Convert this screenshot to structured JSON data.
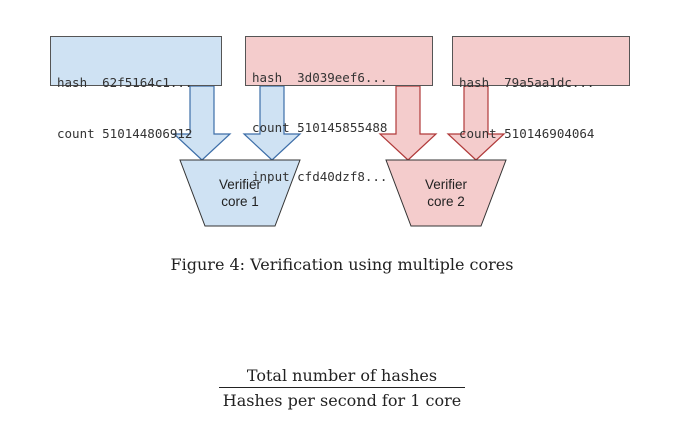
{
  "figure": {
    "inputs": [
      {
        "lines": [
          "hash  62f5164c1...",
          "count 510144806912"
        ],
        "color": "blue"
      },
      {
        "lines": [
          "hash  3d039eef6...",
          "count 510145855488",
          "input cfd40dzf8..."
        ],
        "color": "red"
      },
      {
        "lines": [
          "hash  79a5aa1dc...",
          "count 510146904064"
        ],
        "color": "red"
      }
    ],
    "cores": [
      {
        "line1": "Verifier",
        "line2": "core 1"
      },
      {
        "line1": "Verifier",
        "line2": "core 2"
      }
    ],
    "colors": {
      "blue_fill": "#cfe2f3",
      "blue_stroke": "#3d6ea8",
      "red_fill": "#f4cccc",
      "red_stroke": "#b03a3a"
    }
  },
  "caption": "Figure 4: Verification using multiple cores",
  "formula": {
    "numerator": "Total number of hashes",
    "denominator": "Hashes per second for 1 core"
  }
}
